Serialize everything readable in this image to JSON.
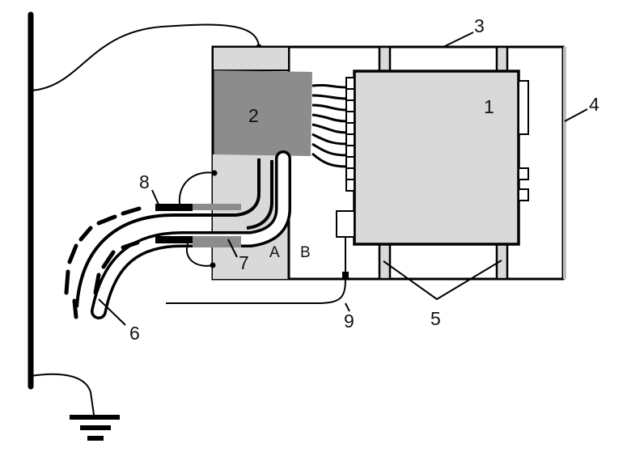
{
  "labels": {
    "n1": "1",
    "n2": "2",
    "n3": "3",
    "n4": "4",
    "n5": "5",
    "n6": "6",
    "n7": "7",
    "n8": "8",
    "n9": "9",
    "zoneA": "A",
    "zoneB": "B"
  },
  "colors": {
    "stroke": "#000000",
    "light_fill": "#d9d9d9",
    "dark_fill": "#8c8c8c",
    "cable_inner": "#ffffff"
  }
}
